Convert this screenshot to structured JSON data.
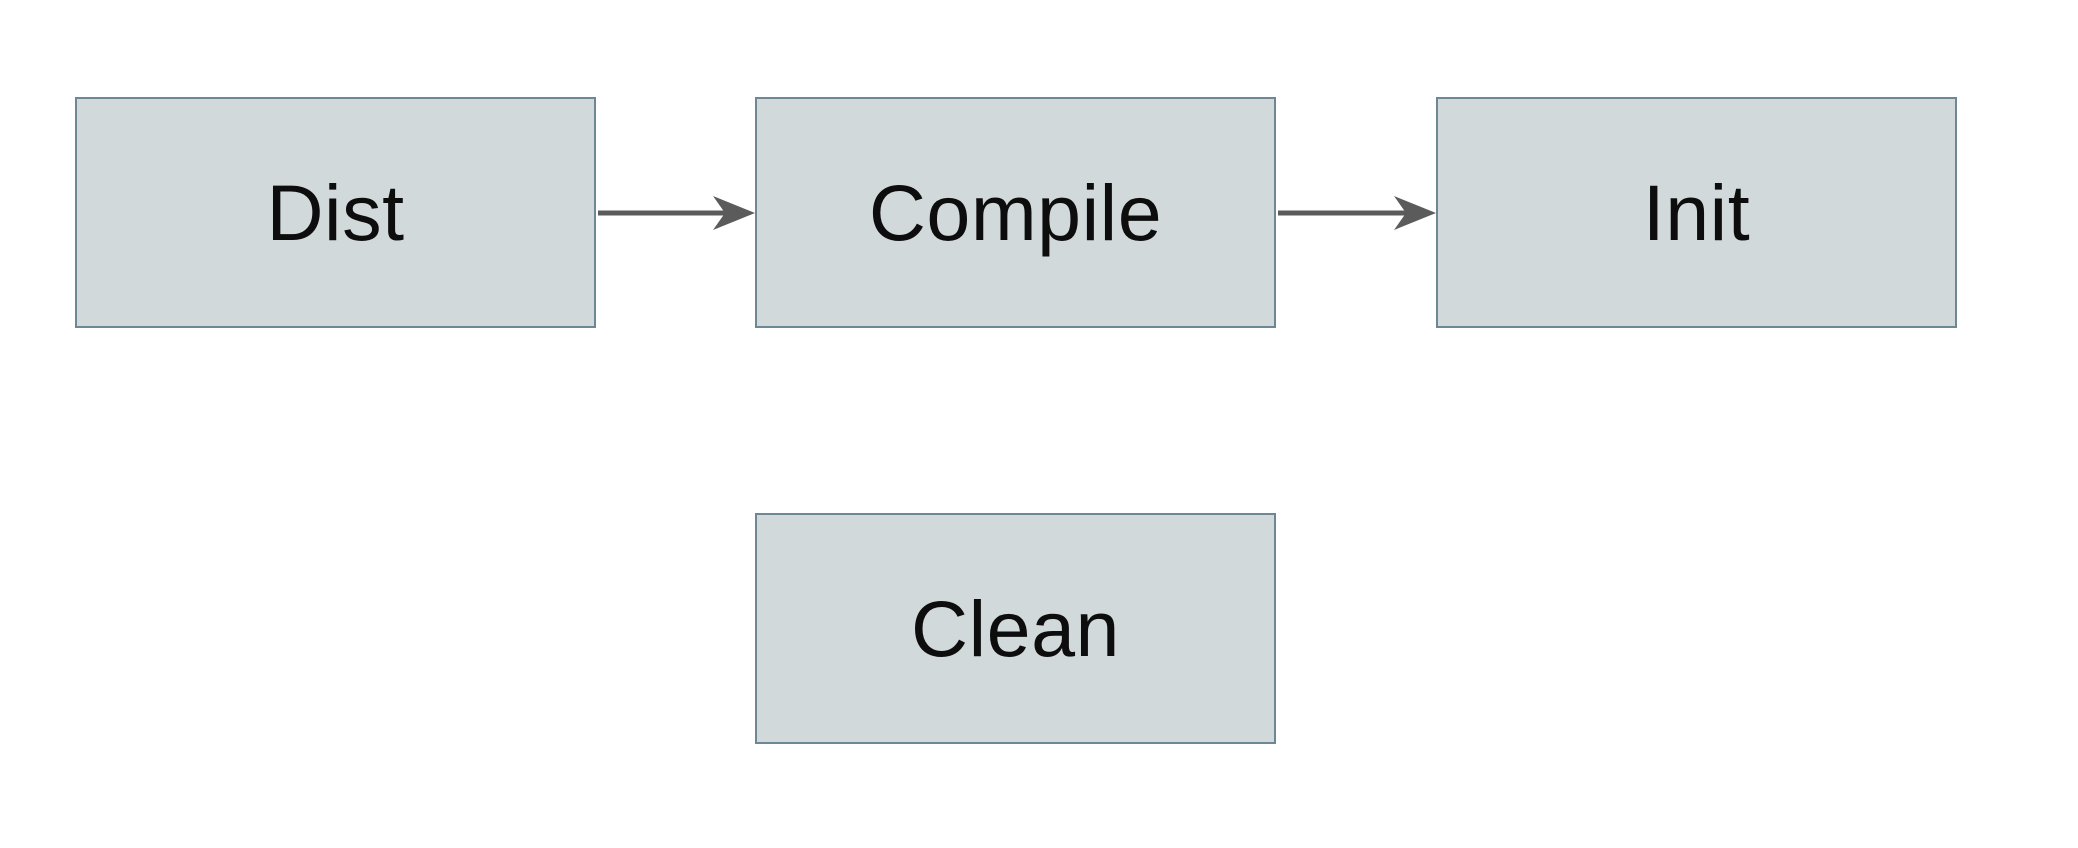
{
  "diagram": {
    "type": "flowchart",
    "canvas_background": "#ffffff",
    "node_fill_color": "#d2d9db",
    "node_border_color": "#6d8794",
    "arrow_color": "#5b5b5b",
    "text_color": "#0d0d0d",
    "nodes": [
      {
        "id": "dist",
        "label": "Dist"
      },
      {
        "id": "compile",
        "label": "Compile"
      },
      {
        "id": "init",
        "label": "Init"
      },
      {
        "id": "clean",
        "label": "Clean"
      }
    ],
    "edges": [
      {
        "from": "Dist",
        "to": "Compile",
        "style": "solid-arrow"
      },
      {
        "from": "Compile",
        "to": "Init",
        "style": "solid-arrow"
      }
    ]
  }
}
